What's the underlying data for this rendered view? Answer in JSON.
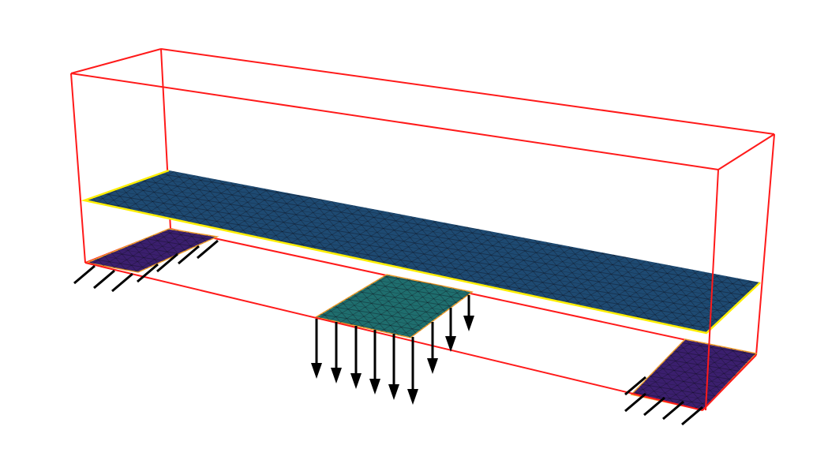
{
  "scene": {
    "colors": {
      "background": "#ffffff",
      "bounding_box": "#ff1a1a",
      "plate": "#1e4a72",
      "plate_edge": "#ffee00",
      "support": "#3b1f6e",
      "load_patch": "#1f6e6e",
      "patch_edge": "#f0a030",
      "mesh": "#0a0a14",
      "arrows": "#000000"
    },
    "load_arrow_count": 9,
    "support_left_hatch_count": 7,
    "support_right_hatch_count": 6
  }
}
